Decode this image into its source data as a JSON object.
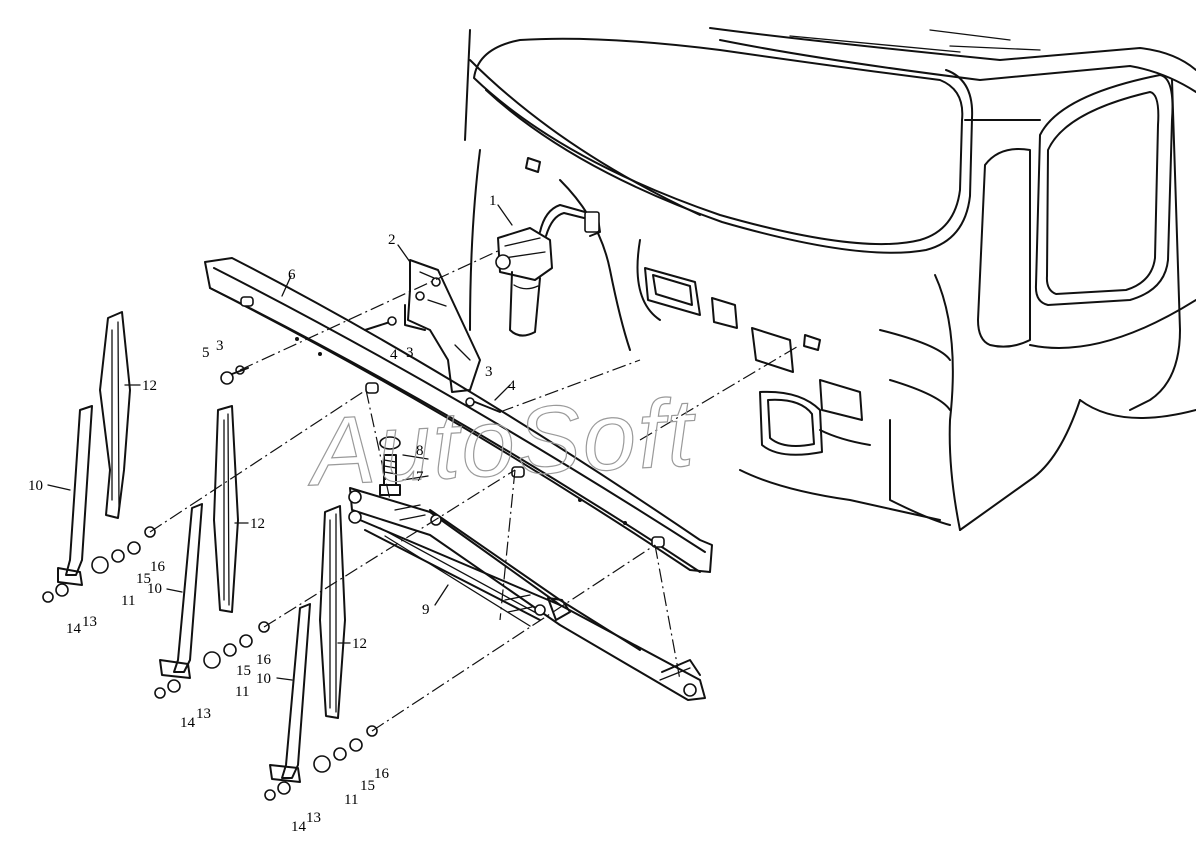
{
  "watermark": "AutoSoft",
  "callouts": [
    {
      "id": "c1",
      "text": "1"
    },
    {
      "id": "c2",
      "text": "2"
    },
    {
      "id": "c3a",
      "text": "3"
    },
    {
      "id": "c3b",
      "text": "3"
    },
    {
      "id": "c3c",
      "text": "3"
    },
    {
      "id": "c4a",
      "text": "4"
    },
    {
      "id": "c4b",
      "text": "4"
    },
    {
      "id": "c5",
      "text": "5"
    },
    {
      "id": "c6",
      "text": "6"
    },
    {
      "id": "c7",
      "text": "7"
    },
    {
      "id": "c8",
      "text": "8"
    },
    {
      "id": "c9",
      "text": "9"
    },
    {
      "id": "c10a",
      "text": "10"
    },
    {
      "id": "c10b",
      "text": "10"
    },
    {
      "id": "c10c",
      "text": "10"
    },
    {
      "id": "c11a",
      "text": "11"
    },
    {
      "id": "c11b",
      "text": "11"
    },
    {
      "id": "c11c",
      "text": "11"
    },
    {
      "id": "c12a",
      "text": "12"
    },
    {
      "id": "c12b",
      "text": "12"
    },
    {
      "id": "c12c",
      "text": "12"
    },
    {
      "id": "c13a",
      "text": "13"
    },
    {
      "id": "c13b",
      "text": "13"
    },
    {
      "id": "c13c",
      "text": "13"
    },
    {
      "id": "c14a",
      "text": "14"
    },
    {
      "id": "c14b",
      "text": "14"
    },
    {
      "id": "c14c",
      "text": "14"
    },
    {
      "id": "c15a",
      "text": "15"
    },
    {
      "id": "c15b",
      "text": "15"
    },
    {
      "id": "c15c",
      "text": "15"
    },
    {
      "id": "c16a",
      "text": "16"
    },
    {
      "id": "c16b",
      "text": "16"
    },
    {
      "id": "c16c",
      "text": "16"
    }
  ]
}
